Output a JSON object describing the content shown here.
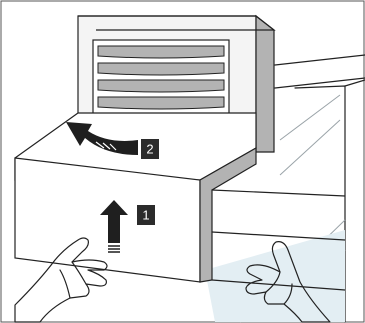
{
  "steps": [
    {
      "number": "1",
      "direction": "up-arrow"
    },
    {
      "number": "2",
      "direction": "curved-back-arrow"
    }
  ],
  "colors": {
    "frame": "#222222",
    "panel_gray": "#b3b3b3",
    "panel_light": "#f2f2f2",
    "badge": "#2b2b2b",
    "shadow": "#e3eef3"
  },
  "icons": [
    "vent-grille-icon",
    "hand-icon",
    "up-arrow-icon",
    "curved-arrow-icon"
  ]
}
